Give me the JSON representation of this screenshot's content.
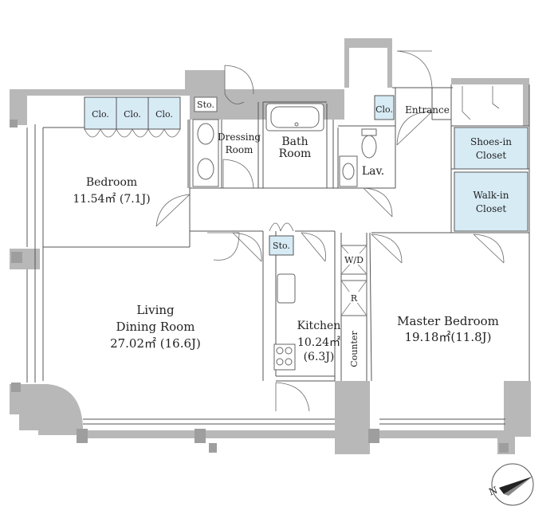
{
  "rooms": {
    "bedroom": {
      "name": "Bedroom",
      "area": "11.54㎡ (7.1J)"
    },
    "living": {
      "name1": "Living",
      "name2": "Dining Room",
      "area": "27.02㎡ (16.6J)"
    },
    "kitchen": {
      "name": "Kitchen",
      "area": "10.24㎡",
      "jo": "(6.3J)"
    },
    "master": {
      "name": "Master Bedroom",
      "area": "19.18㎡(11.8J)"
    },
    "dressing": {
      "line1": "Dressing",
      "line2": "Room"
    },
    "bath": {
      "line1": "Bath",
      "line2": "Room"
    },
    "lav": "Lav.",
    "entrance": "Entrance",
    "shoes": {
      "line1": "Shoes-in",
      "line2": "Closet"
    },
    "walkin": {
      "line1": "Walk-in",
      "line2": "Closet"
    },
    "wd": "W/D",
    "r": "R",
    "counter": "Counter"
  },
  "closets": {
    "clo": "Clo.",
    "sto": "Sto."
  },
  "compass": {
    "north": "N"
  },
  "colors": {
    "closet_fill": "#d7ebf5",
    "wall_fill": "#b8b8b8"
  }
}
